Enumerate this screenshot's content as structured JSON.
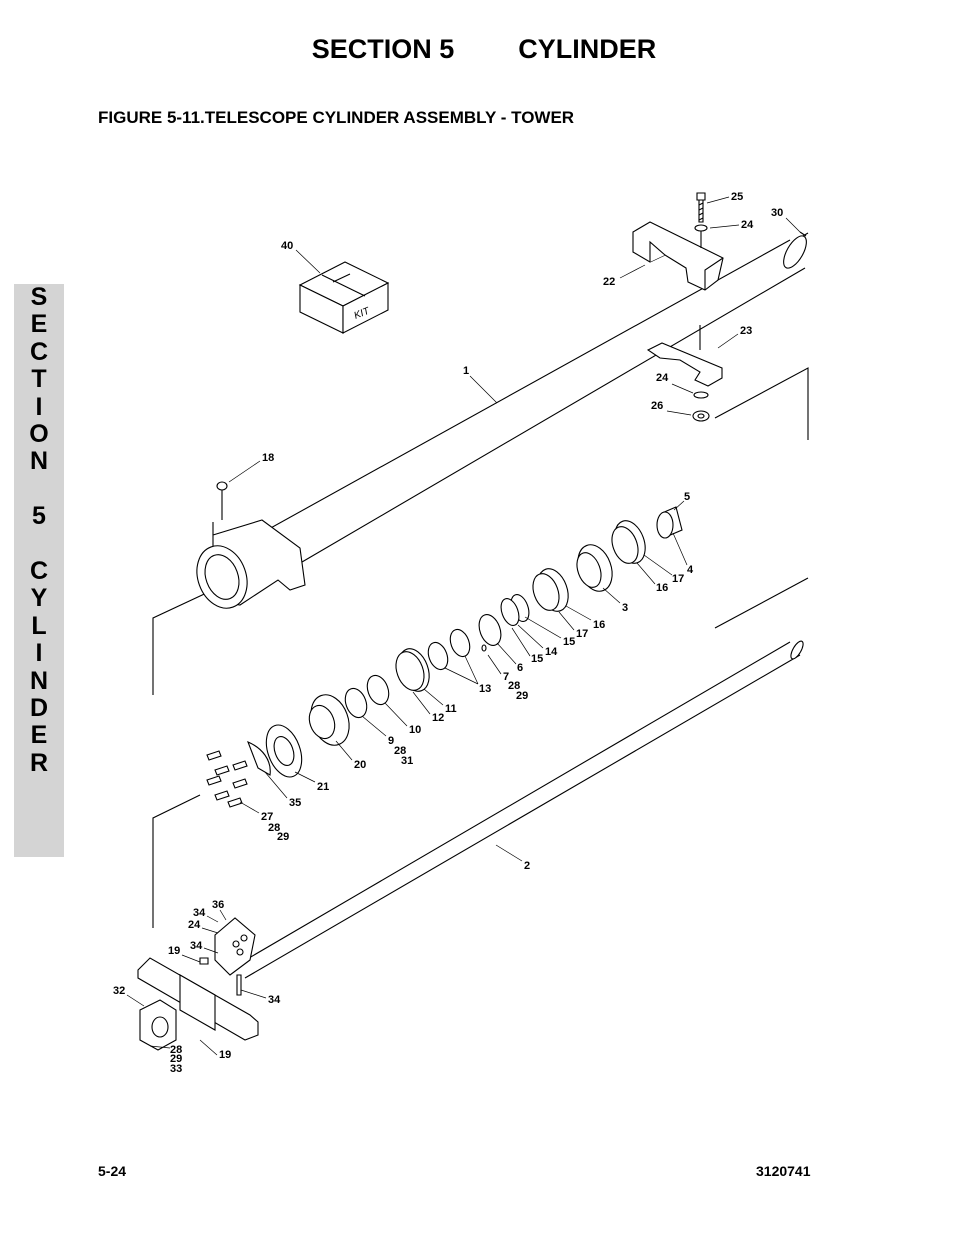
{
  "header": {
    "section": "SECTION 5",
    "title": "CYLINDER"
  },
  "figure_title": "FIGURE 5-11.TELESCOPE CYLINDER ASSEMBLY - TOWER",
  "sidetab": [
    "S",
    "E",
    "C",
    "T",
    "I",
    "O",
    "N",
    "",
    "5",
    "",
    "C",
    "Y",
    "L",
    "I",
    "N",
    "D",
    "E",
    "R"
  ],
  "kit_label": "KIT",
  "callouts": [
    "25",
    "24",
    "30",
    "40",
    "22",
    "23",
    "1",
    "24",
    "26",
    "18",
    "5",
    "4",
    "17",
    "16",
    "3",
    "16",
    "17",
    "15",
    "14",
    "15",
    "6",
    "7",
    "28",
    "29",
    "13",
    "11",
    "12",
    "10",
    "9",
    "28",
    "31",
    "20",
    "21",
    "35",
    "27",
    "28",
    "29",
    "2",
    "36",
    "34",
    "24",
    "34",
    "19",
    "32",
    "34",
    "28",
    "29",
    "33",
    "19"
  ],
  "footer": {
    "page": "5-24",
    "doc": "3120741"
  }
}
